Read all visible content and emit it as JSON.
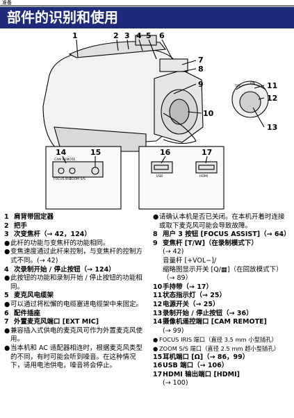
{
  "header": {
    "section": "准备",
    "title": "部件的识别和使用"
  },
  "figure": {
    "callouts": [
      "1",
      "2",
      "3",
      "4",
      "5",
      "6",
      "7",
      "8",
      "9",
      "10",
      "11",
      "12",
      "13",
      "14",
      "15",
      "16",
      "17"
    ],
    "labels": {
      "cam_remote": "CAM REMOTE",
      "focus_iris": "FOCUS IRIS",
      "zoom_ss": "ZOOM S/S",
      "usb": "USB",
      "hdmi": "HDMI",
      "off": "OFF",
      "on": "ON"
    }
  },
  "left": {
    "i1": "肩背带固定器",
    "i2": "把手",
    "i3": "次变焦杆（→ 42，124）",
    "b3a": "此杆的功能与变焦杆的功能相同。",
    "b3b": "变焦速度通过此杆来控制，与变焦杆的控制方式不同。(→ 42)",
    "i4": "次录制开始 / 停止按钮（→ 124）",
    "b4": "此按钮的功能和录制开始 / 停止按钮的功能相同。",
    "i5": "麦克风电缆架",
    "b5": "可以通过将松懈的电缆塞进电缆架中来固定。",
    "i6": "配件插座",
    "i7": "外置麦克风端口 [EXT MIC]",
    "b7a": "兼容插入式供电的麦克风可作为外置麦克风使用。",
    "b7b": "当本机和 AC 适配器相连时，根据麦克风类型的不同，有时可能会听到噪音。在这种情况下，请用电池供电，噪音将会停止。"
  },
  "right": {
    "b0": "请确认本机是否已关闭。在本机开着时连接或取下麦克风可能会导致故障。",
    "i8": "用户 3 按钮 [FOCUS ASSIST]（→ 64）",
    "i9a": "变焦杆 [T/W]（在录制模式下）",
    "i9b": "(→ 42)",
    "i9c": "音量杆 [+VOL−]/",
    "i9d": "缩略图显示开关 [Q/▦]（在回放模式下）（→ 89）",
    "i10": "手持带（→ 17）",
    "i11": "状态指示灯（→ 25）",
    "i12": "电源开关（→ 25）",
    "i13": "录制开始 / 停止按钮（→ 36）",
    "i14": "摄像机遥控端口 [CAM REMOTE]",
    "i14b": "(→ 99)",
    "b14a": "FOCUS IRIS 端口（直径 3.5 mm 小型插孔）",
    "b14b": "ZOOM S/S 端口（直径 2.5 mm 超小型插孔）",
    "i15": "耳机端口 [Ω]（→ 86，99）",
    "i16": "USB 端口（→ 106）",
    "i17": "HDMI 输出端口 [HDMI]",
    "i17b": "(→ 100)"
  }
}
